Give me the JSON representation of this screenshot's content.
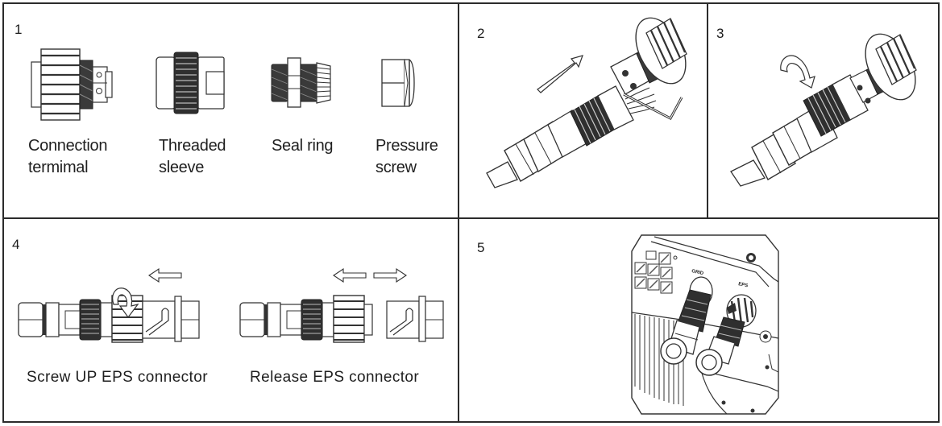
{
  "steps": [
    {
      "number": "1",
      "parts": [
        {
          "label": "Connection\ntermimal"
        },
        {
          "label": "Threaded\nsleeve"
        },
        {
          "label": "Seal ring"
        },
        {
          "label": "Pressure\nscrew"
        }
      ]
    },
    {
      "number": "2",
      "illustration": "insert-wires-into-terminal-with-hex-key"
    },
    {
      "number": "3",
      "illustration": "rotate-threaded-sleeve-onto-terminal"
    },
    {
      "number": "4",
      "captions": {
        "screw_up": "Screw UP EPS connector",
        "release": "Release EPS connector"
      }
    },
    {
      "number": "5",
      "port_labels": {
        "grid": "GRID",
        "eps": "EPS"
      }
    }
  ],
  "colors": {
    "line": "#2b2b2b",
    "dark_knurl": "#2f2f2f",
    "background": "#ffffff"
  }
}
